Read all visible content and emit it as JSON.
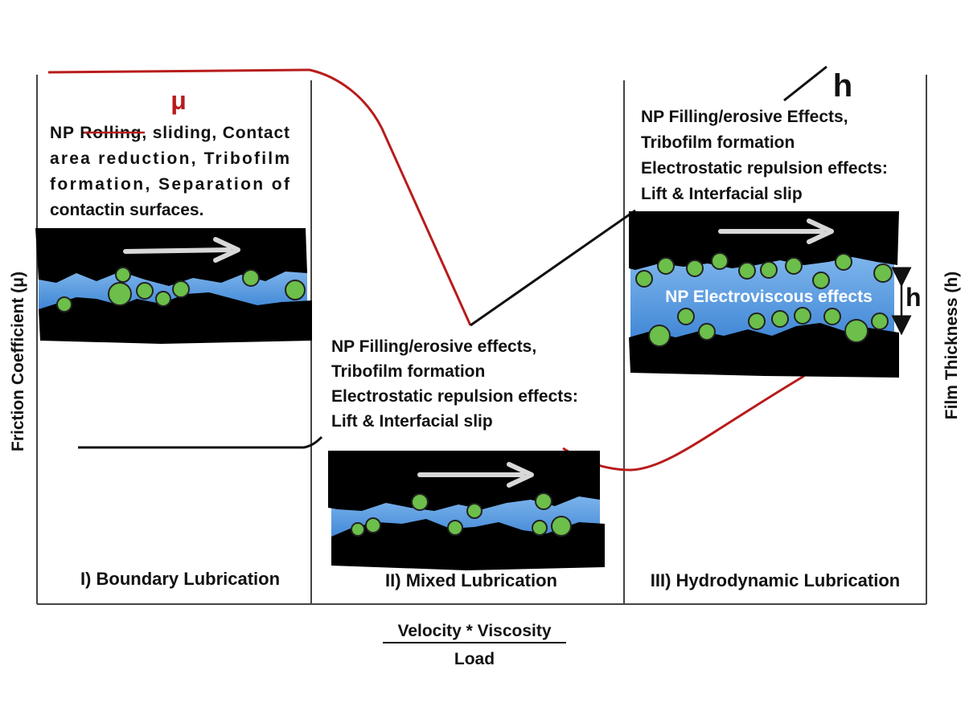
{
  "y_axis_left": "Friction Coefficient (μ)",
  "y_axis_right": "Film Thickness (h)",
  "x_axis": {
    "numerator": "Velocity * Viscosity",
    "denominator": "Load"
  },
  "mu_symbol": "μ",
  "h_symbol": "h",
  "regimes": [
    {
      "caption": "I) Boundary Lubrication",
      "mechanism_lines": [
        "NP Rolling, sliding, Contact",
        "area reduction, Tribofilm",
        "formation, Separation of",
        "contactin surfaces."
      ],
      "struck_word": "Rolling"
    },
    {
      "caption": "II) Mixed Lubrication",
      "mechanism_lines": [
        "NP Filling/erosive effects,",
        "Tribofilm formation",
        "Electrostatic repulsion effects:",
        "Lift & Interfacial slip"
      ]
    },
    {
      "caption": "III) Hydrodynamic Lubrication",
      "mechanism_lines": [
        "NP Filling/erosive Effects,",
        "Tribofilm formation",
        "Electrostatic repulsion effects:",
        "Lift & Interfacial slip"
      ],
      "inset_label": "NP Electroviscous effects",
      "film_label": "h"
    }
  ],
  "colors": {
    "friction_curve": "#b81c1c",
    "film_curve": "#111111",
    "surface": "#000000",
    "lubricant": "#4a90d9",
    "nanoparticle": "#6cbf4a",
    "motion_arrow": "#d8d8d8",
    "mu_symbol": "#b81c1c"
  },
  "icons": [
    "motion-arrow-icon",
    "nanoparticle-icon",
    "double-arrow-icon"
  ]
}
